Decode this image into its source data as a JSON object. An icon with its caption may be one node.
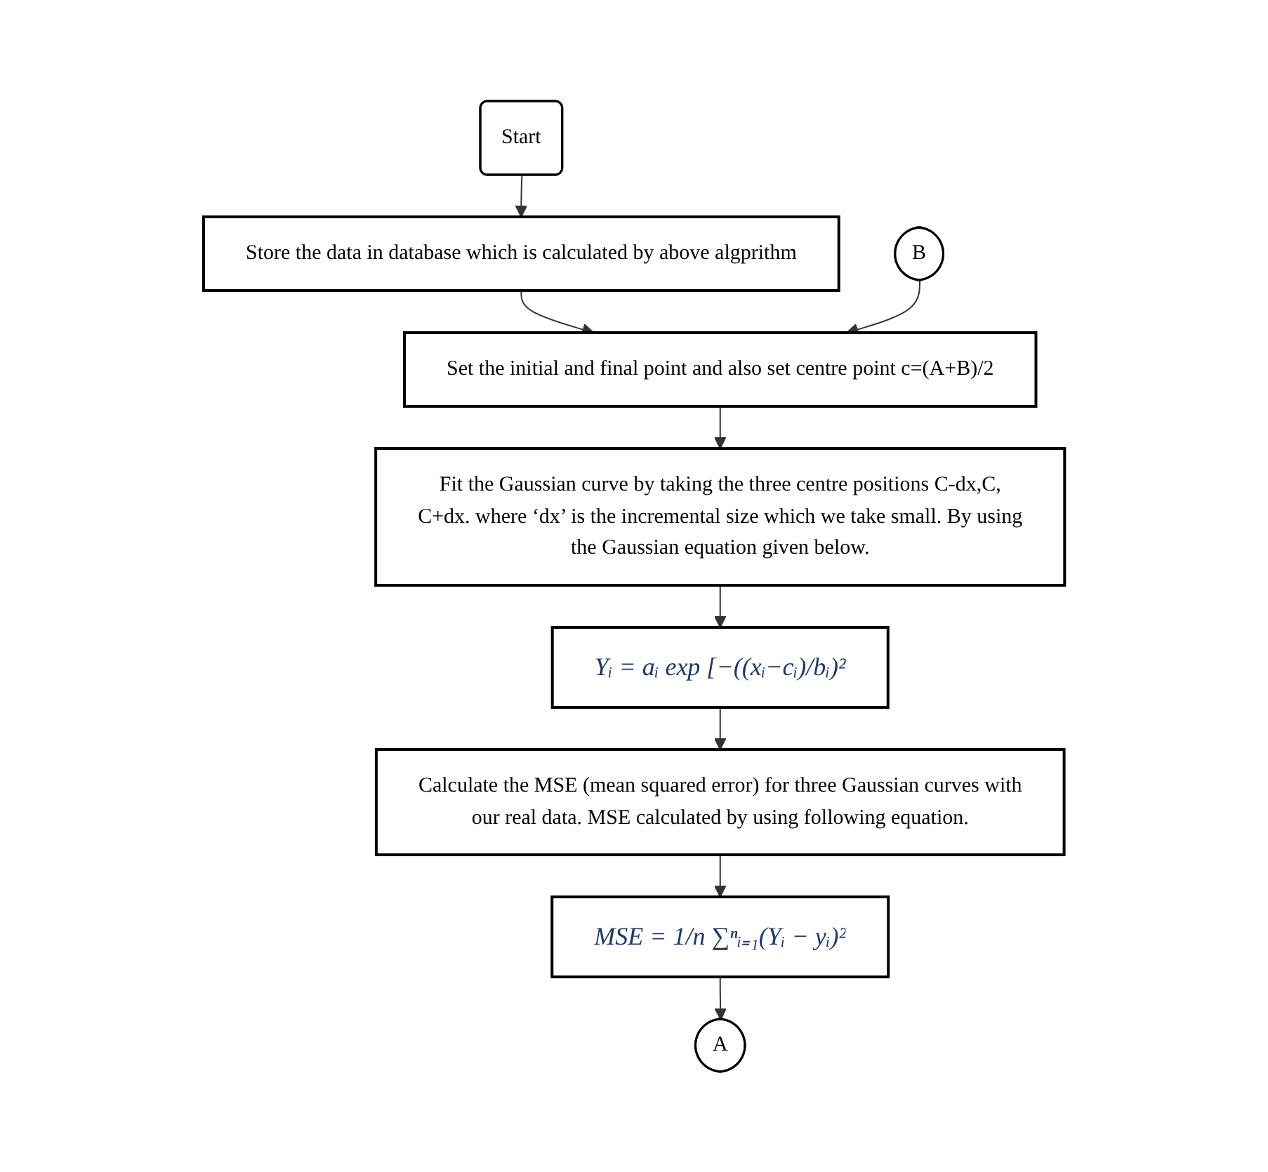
{
  "diagram": {
    "nodes": [
      {
        "text": [
          "Start"
        ]
      },
      {
        "text": [
          "Store the data in database which is calculated by above algprithm"
        ]
      },
      {
        "text": [
          "B"
        ]
      },
      {
        "text": [
          "Set the initial and final point and also set centre point c=(A+B)/2"
        ]
      },
      {
        "text": [
          "Fit the Gaussian curve by taking the three centre positions C-dx,C, C+dx. where ‘dx’ is the incremental size which we take small. By using the Gaussian equation given below."
        ]
      },
      {
        "text": [
          "Yᵢ = aᵢ exp [−((xᵢ−cᵢ)/bᵢ)²"
        ]
      },
      {
        "text": [
          "Calculate the MSE (mean squared error) for three Gaussian curves with our real data. MSE calculated by using following equation."
        ]
      },
      {
        "text": [
          "MSE = 1/n ∑ⁿᵢ₌₁(Yᵢ − yᵢ)²"
        ]
      },
      {
        "text": [
          "A"
        ]
      }
    ],
    "edges": [
      {
        "from": 0,
        "to": 1,
        "arrow": "to"
      },
      {
        "from": 1,
        "to": 3,
        "arrow": "to"
      },
      {
        "from": 2,
        "to": 3,
        "arrow": "to"
      },
      {
        "from": 3,
        "to": 4,
        "arrow": "to"
      },
      {
        "from": 4,
        "to": 5,
        "arrow": "to"
      },
      {
        "from": 5,
        "to": 6,
        "arrow": "to"
      },
      {
        "from": 6,
        "to": 7,
        "arrow": "to"
      },
      {
        "from": 7,
        "to": 8,
        "arrow": "to"
      }
    ]
  }
}
